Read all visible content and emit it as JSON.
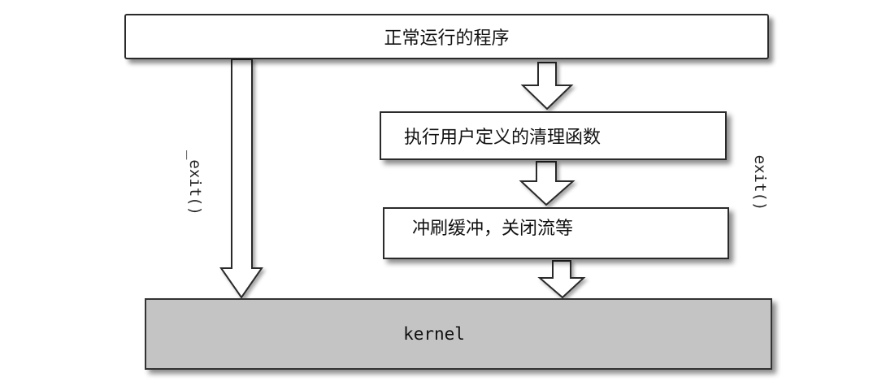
{
  "boxes": {
    "top": "正常运行的程序",
    "cleanup": "执行用户定义的清理函数",
    "flush": "冲刷缓冲，关闭流等",
    "kernel": "kernel"
  },
  "labels": {
    "left_path": "_exit()",
    "right_path": "exit()"
  },
  "colors": {
    "kernel_fill": "#c4c4c4",
    "border": "#2a2a2a"
  }
}
